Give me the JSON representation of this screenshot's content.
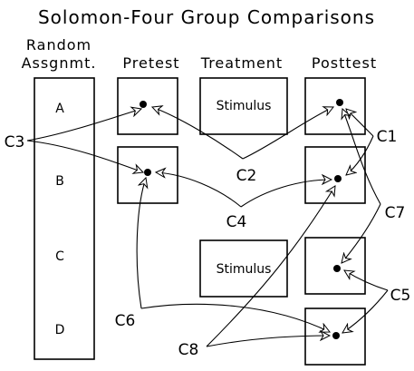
{
  "title": "Solomon-Four Group Comparisons",
  "headers": {
    "random_line1": "Random",
    "random_line2": "Assgnmt.",
    "pretest": "Pretest",
    "treatment": "Treatment",
    "posttest": "Posttest"
  },
  "groups": [
    "A",
    "B",
    "C",
    "D"
  ],
  "stimulus_label": "Stimulus",
  "comparisons": [
    "C1",
    "C2",
    "C3",
    "C4",
    "C5",
    "C6",
    "C7",
    "C8"
  ],
  "colors": {
    "ink": "#000000",
    "background": "#ffffff"
  }
}
